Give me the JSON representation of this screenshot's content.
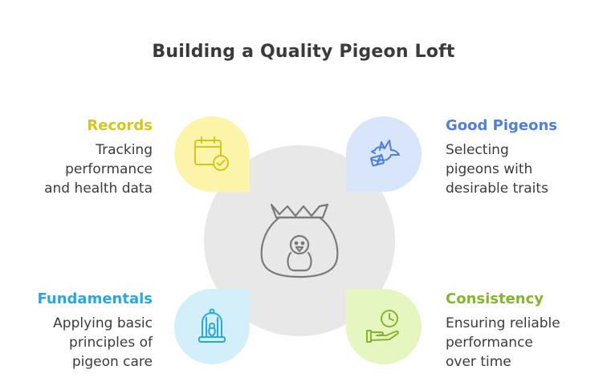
{
  "title": "Building a Quality Pigeon Loft",
  "colors": {
    "records": "#d9c41c",
    "good_pigeons": "#4e80d8",
    "fundamentals": "#2aa8dc",
    "consistency": "#86b52c"
  },
  "items": {
    "records": {
      "heading": "Records",
      "lines": [
        "Tracking",
        "performance",
        "and health data"
      ],
      "icon": "calendar-check-icon"
    },
    "good_pigeons": {
      "heading": "Good Pigeons",
      "lines": [
        "Selecting",
        "pigeons with",
        "desirable traits"
      ],
      "icon": "bird-carrying-letter-icon"
    },
    "fundamentals": {
      "heading": "Fundamentals",
      "lines": [
        "Applying basic",
        "principles of",
        "pigeon care"
      ],
      "icon": "bird-cage-icon"
    },
    "consistency": {
      "heading": "Consistency",
      "lines": [
        "Ensuring reliable",
        "performance",
        "over time"
      ],
      "icon": "hand-clock-icon"
    }
  },
  "center_icon": "pigeon-money-bag-icon"
}
